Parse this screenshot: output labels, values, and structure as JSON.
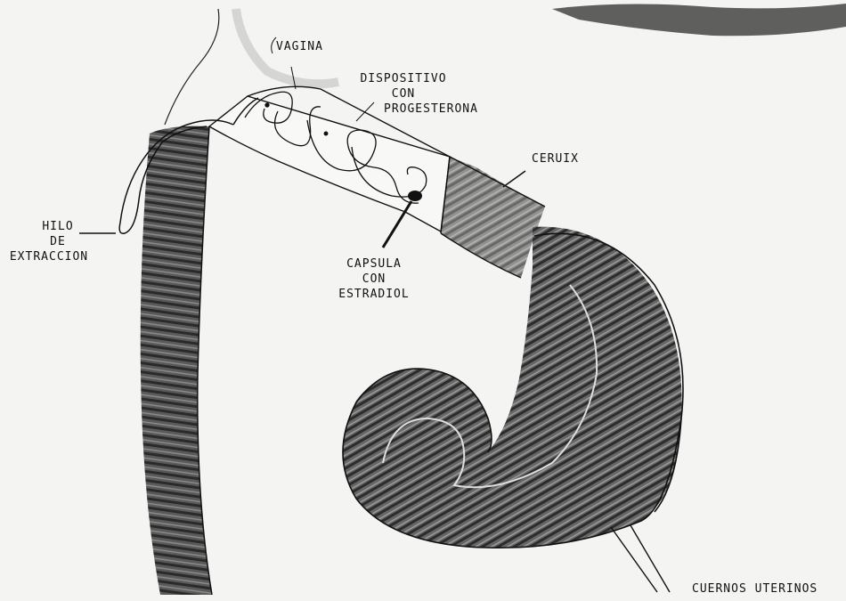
{
  "labels": {
    "vagina": "VAGINA",
    "dispositivo": [
      "DISPOSITIVO",
      "CON",
      "PROGESTERONA"
    ],
    "ceruix": "CERUIX",
    "hilo": [
      "HILO",
      "DE",
      "EXTRACCION"
    ],
    "capsula": [
      "CAPSULA",
      "CON",
      "ESTRADIOL"
    ],
    "cuernos": "CUERNOS UTERINOS"
  },
  "colors": {
    "background": "#f4f4f2",
    "ink": "#111111",
    "dark_tissue": "#3a3a3a",
    "mid_tissue": "#7a7a7a"
  }
}
